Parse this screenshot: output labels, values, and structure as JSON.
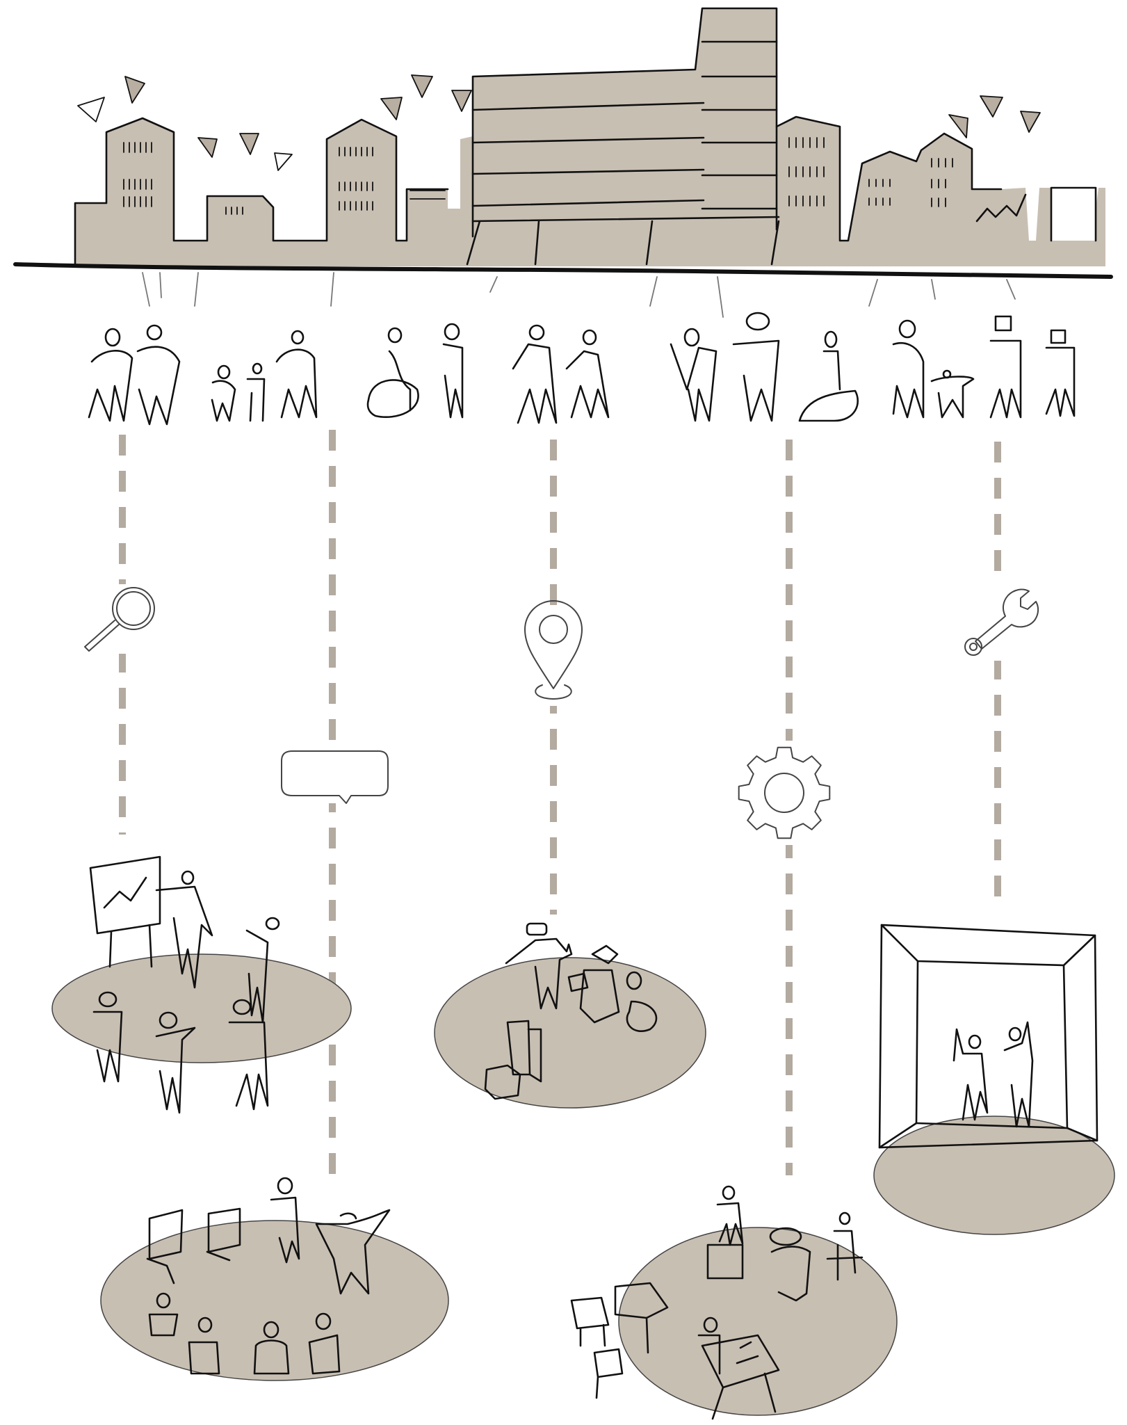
{
  "colors": {
    "fill": "#c8bfb3",
    "fill_dark": "#b8aea1",
    "ink": "#111111",
    "dash": "#b3aaa0",
    "icon_stroke": "#444444"
  },
  "icons": [
    "search-icon",
    "speech-bubble-icon",
    "location-pin-icon",
    "gear-icon",
    "wrench-icon"
  ],
  "columns": [
    {
      "icon": "search-icon",
      "scene": "presentation-group"
    },
    {
      "icon": "speech-bubble-icon",
      "scene": "conversation-circle"
    },
    {
      "icon": "location-pin-icon",
      "scene": "making-workshop"
    },
    {
      "icon": "gear-icon",
      "scene": "lounge-seating"
    },
    {
      "icon": "wrench-icon",
      "scene": "open-frame-space"
    }
  ]
}
